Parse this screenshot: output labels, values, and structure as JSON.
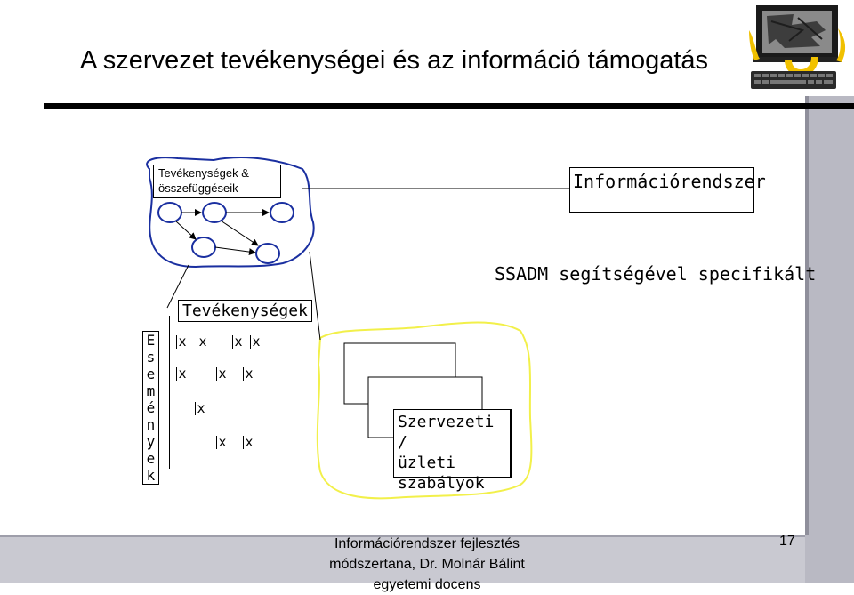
{
  "title": "A szervezet tevékenységei és az információ támogatás",
  "activities_box": {
    "line1": "Tevékenységek &",
    "line2": "összefüggéseik"
  },
  "information_system_label": "Információrendszer",
  "ssadm_label": "SSADM segítségével specifikált",
  "activities_header": "Tevékenységek",
  "events_letters": [
    "E",
    "s",
    "e",
    "m",
    "é",
    "n",
    "y",
    "e",
    "k"
  ],
  "matrix_mark": "x",
  "business_rules": {
    "line1": "Szervezeti /",
    "line2": "üzleti",
    "line3": "szabályok"
  },
  "footer": {
    "line1": "Információrendszer fejlesztés",
    "line2": "módszertana, Dr. Molnár Bálint",
    "line3": "egyetemi docens"
  },
  "page_number": "17",
  "colors": {
    "outline_blue": "#1a2fa0",
    "outline_yellow": "#f2f04a",
    "node_fill": "#ffffff",
    "sidebar_grey": "#b9b9c3",
    "footer_grey": "#c9c9d1"
  },
  "icons": {
    "logo": "computer-monitor-logo-icon"
  }
}
